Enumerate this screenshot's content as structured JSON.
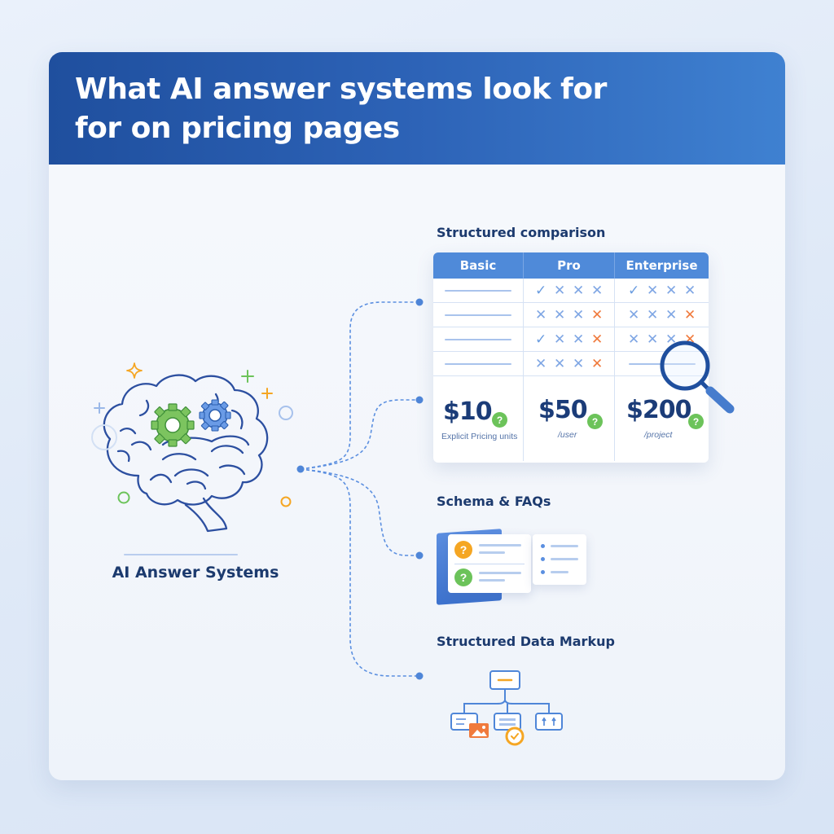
{
  "header": {
    "title": "What AI answer systems look for for on pricing pages",
    "title_line1": "What AI answer systems look for",
    "title_line2": "for on pricing pages",
    "gradient": [
      "#1f4f9e",
      "#3f81d1"
    ]
  },
  "hub": {
    "label": "AI Answer Systems",
    "icon": "brain-with-gears-icon",
    "decorations": [
      "sparkle-icon",
      "plus-icon",
      "circle-icon"
    ]
  },
  "sections": {
    "comparison": {
      "label": "Structured comparison",
      "columns": [
        "Basic",
        "Pro",
        "Enterprise"
      ],
      "rows": [
        {
          "basic": "line",
          "pro": [
            "check",
            "x",
            "x",
            "x"
          ],
          "enterprise": [
            "check",
            "x",
            "x",
            "x"
          ]
        },
        {
          "basic": "line",
          "pro": [
            "x",
            "x",
            "x",
            "x-orange"
          ],
          "enterprise": [
            "x",
            "x",
            "x",
            "x-orange"
          ]
        },
        {
          "basic": "line",
          "pro": [
            "check",
            "x",
            "x",
            "x-orange"
          ],
          "enterprise": [
            "x",
            "x",
            "x",
            "x-orange"
          ]
        },
        {
          "basic": "line",
          "pro": [
            "x",
            "x",
            "x",
            "x-orange"
          ],
          "enterprise": "line"
        }
      ],
      "prices": [
        {
          "amount": "$10",
          "unit": "Explicit Pricing units"
        },
        {
          "amount": "$50",
          "unit": "/user"
        },
        {
          "amount": "$200",
          "unit": "/project"
        }
      ],
      "badge": "?",
      "overlay_icon": "magnifier-icon"
    },
    "faq": {
      "label": "Schema & FAQs",
      "badge": "?"
    },
    "markup": {
      "label": "Structured Data Markup",
      "icon": "hierarchy-tree-icon"
    }
  },
  "colors": {
    "navy": "#1c3a6e",
    "accent_blue": "#4f8ad9",
    "orange": "#f07a3c",
    "green": "#6cc35a",
    "amber": "#f5a623"
  }
}
